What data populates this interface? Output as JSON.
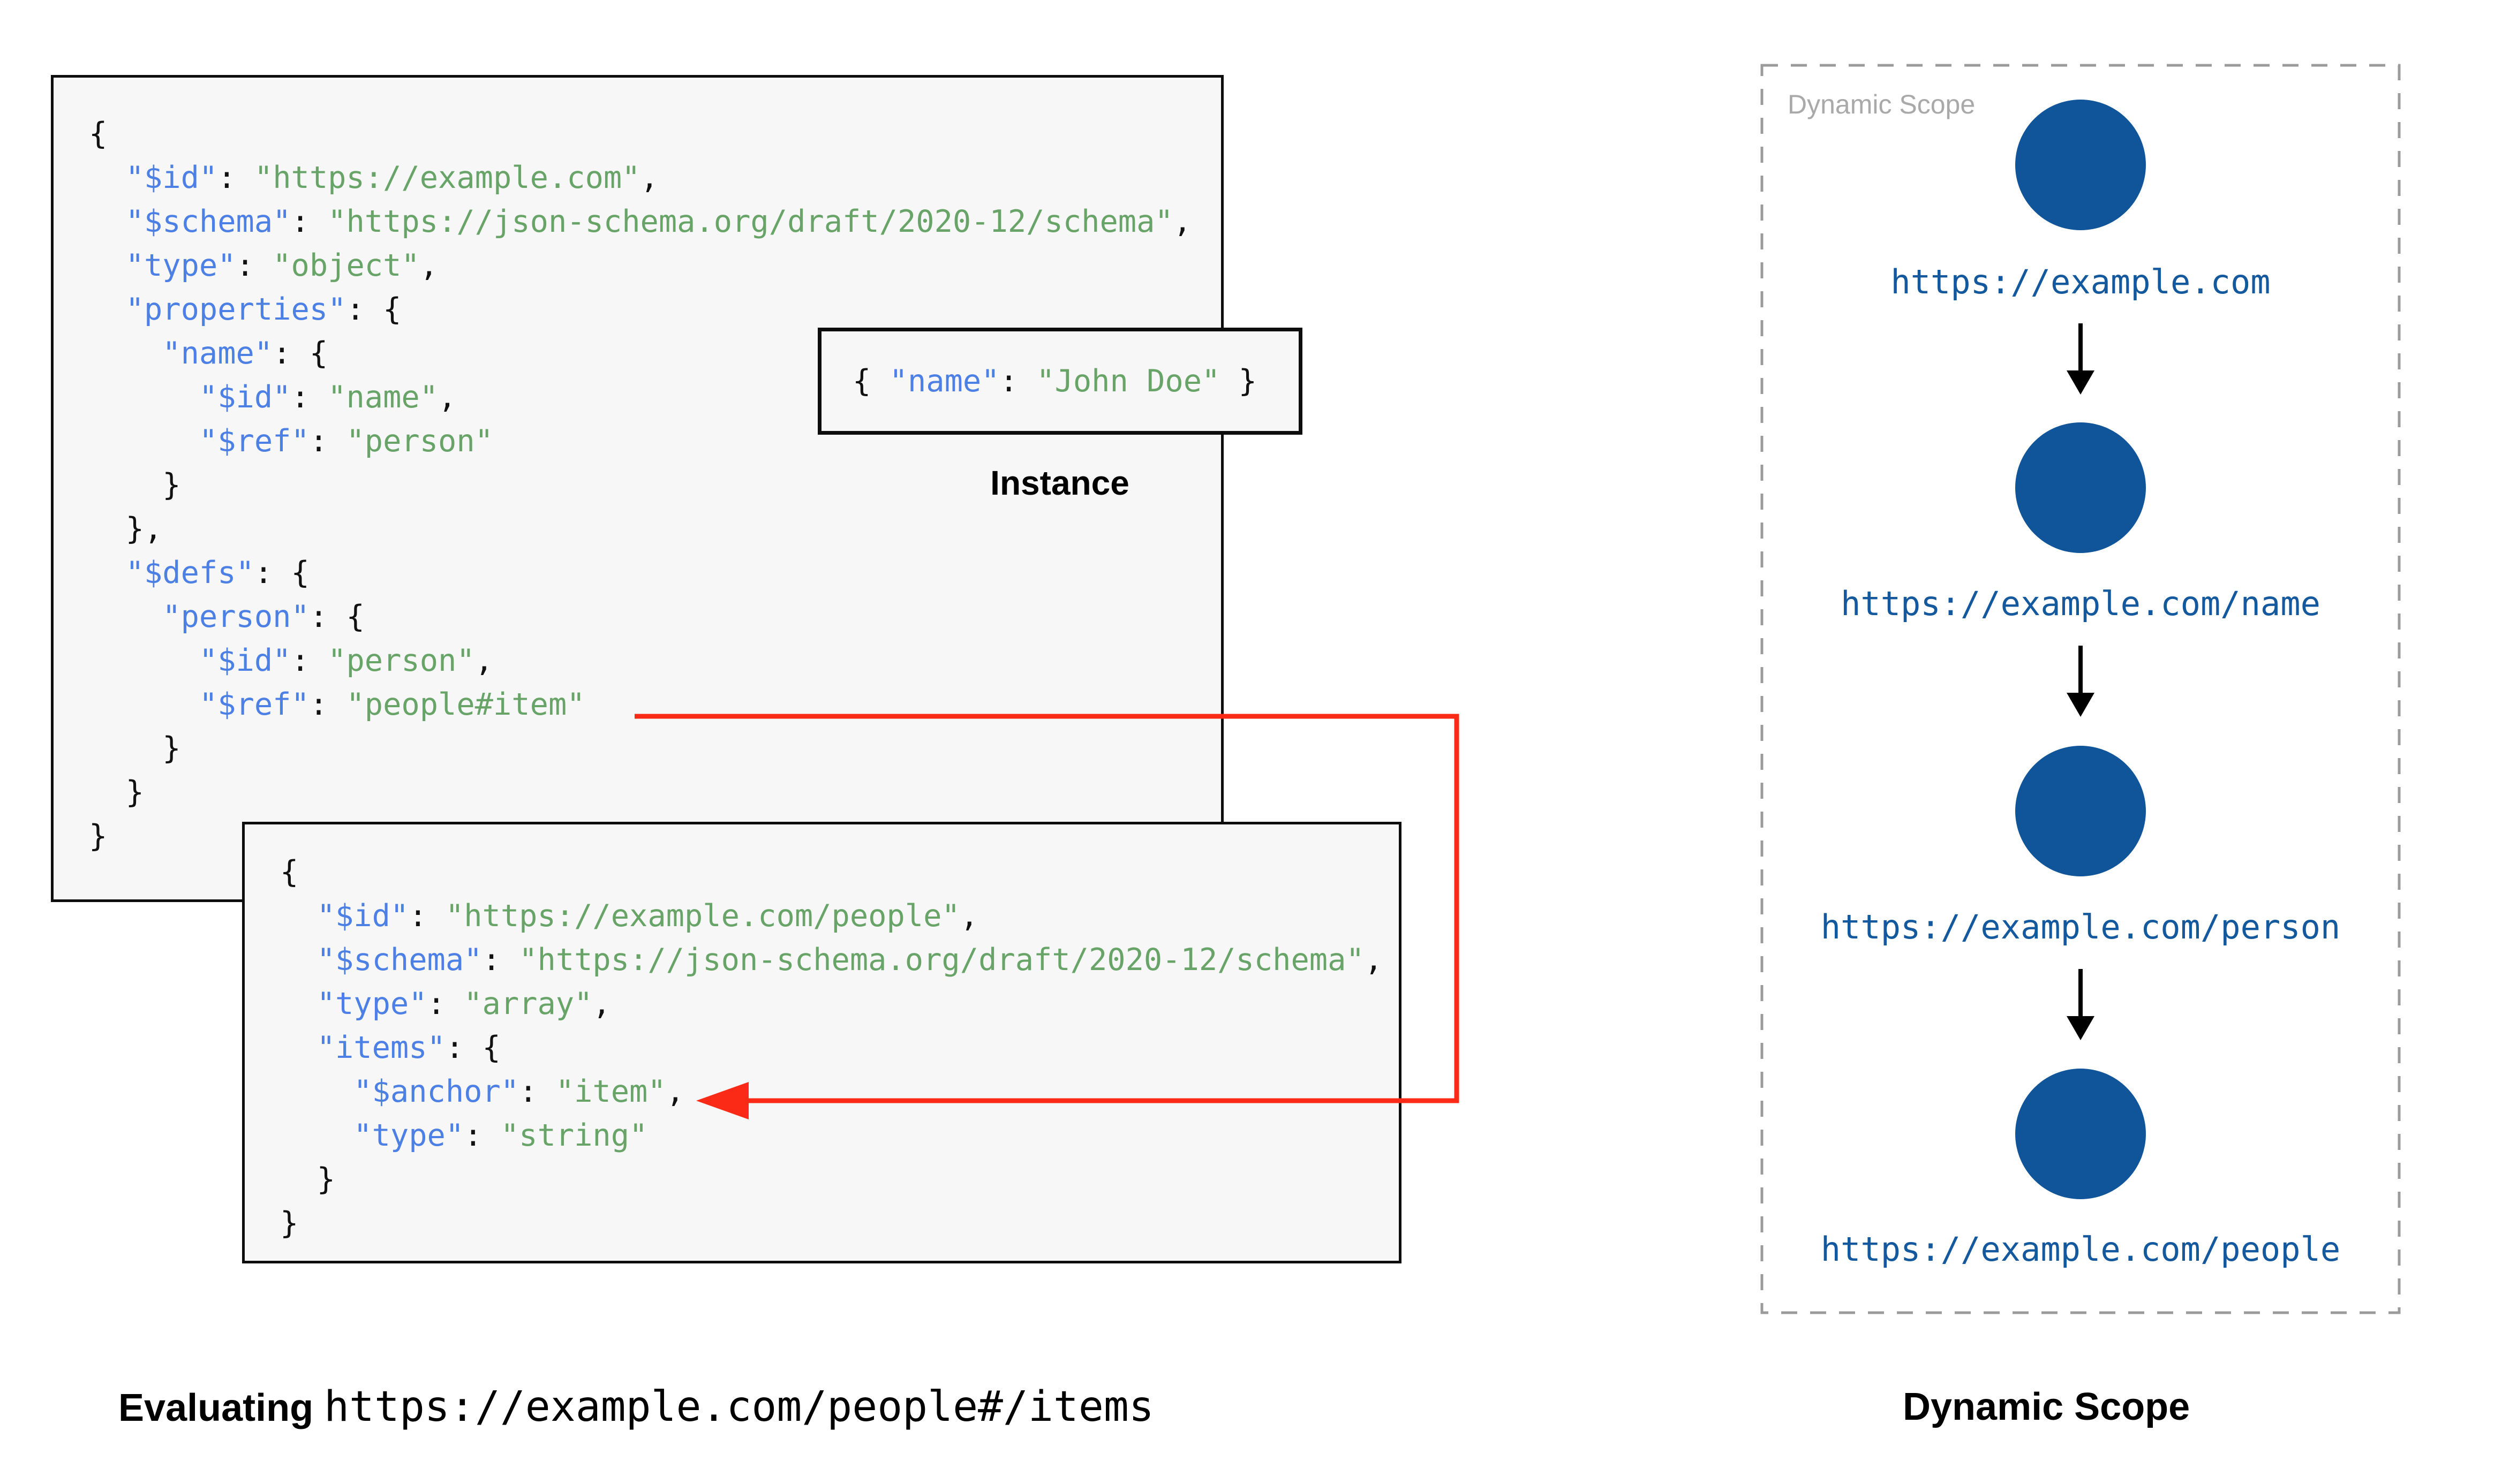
{
  "colors": {
    "key": "#4d80e4",
    "string": "#68a468",
    "punct": "#111111",
    "code_bg": "#f7f7f7",
    "box_border": "#0d0d0d",
    "connector": "#fa2a17",
    "node": "#10559a",
    "url_text": "#14599e",
    "watermark": "#a9a9a9",
    "dashed_border": "#9b9b9b",
    "arrow": "#000000"
  },
  "schema1": {
    "code": [
      [
        [
          "p",
          "{"
        ]
      ],
      [
        [
          "p",
          "  "
        ],
        [
          "k",
          "\"$id\""
        ],
        [
          "p",
          ": "
        ],
        [
          "s",
          "\"https://example.com\""
        ],
        [
          "p",
          ","
        ]
      ],
      [
        [
          "p",
          "  "
        ],
        [
          "k",
          "\"$schema\""
        ],
        [
          "p",
          ": "
        ],
        [
          "s",
          "\"https://json-schema.org/draft/2020-12/schema\""
        ],
        [
          "p",
          ","
        ]
      ],
      [
        [
          "p",
          "  "
        ],
        [
          "k",
          "\"type\""
        ],
        [
          "p",
          ": "
        ],
        [
          "s",
          "\"object\""
        ],
        [
          "p",
          ","
        ]
      ],
      [
        [
          "p",
          "  "
        ],
        [
          "k",
          "\"properties\""
        ],
        [
          "p",
          ": {"
        ]
      ],
      [
        [
          "p",
          "    "
        ],
        [
          "k",
          "\"name\""
        ],
        [
          "p",
          ": {"
        ]
      ],
      [
        [
          "p",
          "      "
        ],
        [
          "k",
          "\"$id\""
        ],
        [
          "p",
          ": "
        ],
        [
          "s",
          "\"name\""
        ],
        [
          "p",
          ","
        ]
      ],
      [
        [
          "p",
          "      "
        ],
        [
          "k",
          "\"$ref\""
        ],
        [
          "p",
          ": "
        ],
        [
          "s",
          "\"person\""
        ]
      ],
      [
        [
          "p",
          "    }"
        ]
      ],
      [
        [
          "p",
          "  },"
        ]
      ],
      [
        [
          "p",
          "  "
        ],
        [
          "k",
          "\"$defs\""
        ],
        [
          "p",
          ": {"
        ]
      ],
      [
        [
          "p",
          "    "
        ],
        [
          "k",
          "\"person\""
        ],
        [
          "p",
          ": {"
        ]
      ],
      [
        [
          "p",
          "      "
        ],
        [
          "k",
          "\"$id\""
        ],
        [
          "p",
          ": "
        ],
        [
          "s",
          "\"person\""
        ],
        [
          "p",
          ","
        ]
      ],
      [
        [
          "p",
          "      "
        ],
        [
          "k",
          "\"$ref\""
        ],
        [
          "p",
          ": "
        ],
        [
          "s",
          "\"people#item\""
        ]
      ],
      [
        [
          "p",
          "    }"
        ]
      ],
      [
        [
          "p",
          "  }"
        ]
      ],
      [
        [
          "p",
          "}"
        ]
      ]
    ]
  },
  "instance": {
    "caption": "Instance",
    "code": [
      [
        [
          "p",
          "{ "
        ],
        [
          "k",
          "\"name\""
        ],
        [
          "p",
          ": "
        ],
        [
          "s",
          "\"John Doe\""
        ],
        [
          "p",
          " }"
        ]
      ]
    ]
  },
  "schema2": {
    "code": [
      [
        [
          "p",
          "{"
        ]
      ],
      [
        [
          "p",
          "  "
        ],
        [
          "k",
          "\"$id\""
        ],
        [
          "p",
          ": "
        ],
        [
          "s",
          "\"https://example.com/people\""
        ],
        [
          "p",
          ","
        ]
      ],
      [
        [
          "p",
          "  "
        ],
        [
          "k",
          "\"$schema\""
        ],
        [
          "p",
          ": "
        ],
        [
          "s",
          "\"https://json-schema.org/draft/2020-12/schema\""
        ],
        [
          "p",
          ","
        ]
      ],
      [
        [
          "p",
          "  "
        ],
        [
          "k",
          "\"type\""
        ],
        [
          "p",
          ": "
        ],
        [
          "s",
          "\"array\""
        ],
        [
          "p",
          ","
        ]
      ],
      [
        [
          "p",
          "  "
        ],
        [
          "k",
          "\"items\""
        ],
        [
          "p",
          ": {"
        ]
      ],
      [
        [
          "p",
          "    "
        ],
        [
          "k",
          "\"$anchor\""
        ],
        [
          "p",
          ": "
        ],
        [
          "s",
          "\"item\""
        ],
        [
          "p",
          ","
        ]
      ],
      [
        [
          "p",
          "    "
        ],
        [
          "k",
          "\"type\""
        ],
        [
          "p",
          ": "
        ],
        [
          "s",
          "\"string\""
        ]
      ],
      [
        [
          "p",
          "  }"
        ]
      ],
      [
        [
          "p",
          "}"
        ]
      ]
    ]
  },
  "scope_panel": {
    "watermark": "Dynamic Scope",
    "nodes": [
      {
        "url": "https://example.com"
      },
      {
        "url": "https://example.com/name"
      },
      {
        "url": "https://example.com/person"
      },
      {
        "url": "https://example.com/people"
      }
    ]
  },
  "captions": {
    "evaluating_label": "Evaluating",
    "evaluating_uri": "https://example.com/people#/items",
    "scope_caption": "Dynamic Scope"
  }
}
